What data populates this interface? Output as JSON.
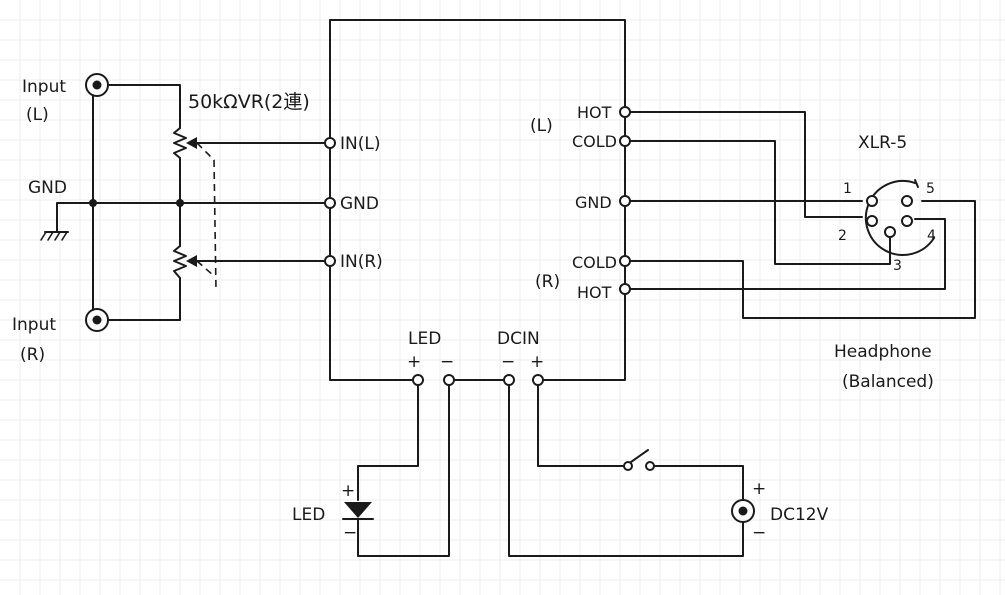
{
  "inputs": {
    "left_label": "Input",
    "left_channel": "(L)",
    "right_label": "Input",
    "right_channel": "(R)",
    "gnd_label": "GND"
  },
  "volume": {
    "label": "50kΩVR(2連)"
  },
  "board_pins": {
    "in_l": "IN(L)",
    "gnd": "GND",
    "in_r": "IN(R)",
    "led": "LED",
    "led_plus": "+",
    "led_minus": "−",
    "dcin": "DCIN",
    "dcin_minus": "−",
    "dcin_plus": "+"
  },
  "outputs": {
    "left_channel": "(L)",
    "right_channel": "(R)",
    "hot_l": "HOT",
    "cold_l": "COLD",
    "gnd": "GND",
    "cold_r": "COLD",
    "hot_r": "HOT"
  },
  "connector": {
    "name": "XLR-5",
    "pin1": "1",
    "pin2": "2",
    "pin3": "3",
    "pin4": "4",
    "pin5": "5",
    "device": "Headphone",
    "device_note": "(Balanced)"
  },
  "power": {
    "led_label": "LED",
    "led_plus": "+",
    "led_minus": "−",
    "supply_label": "DC12V",
    "supply_plus": "+",
    "supply_minus": "−"
  }
}
